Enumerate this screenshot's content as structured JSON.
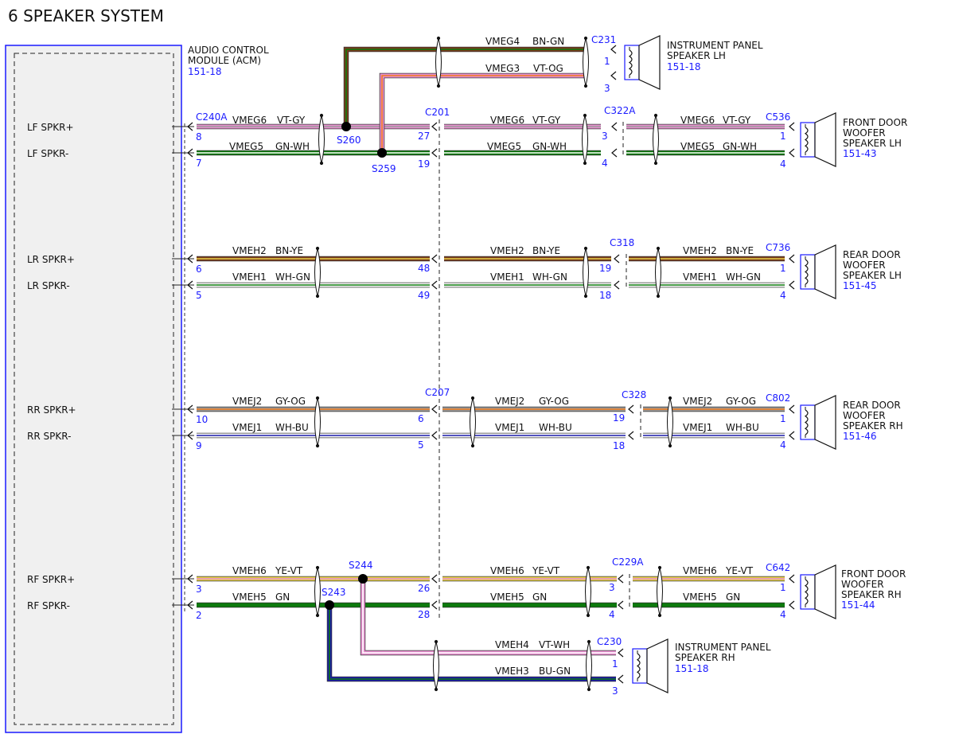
{
  "title": "6 SPEAKER SYSTEM",
  "module": {
    "name_line1": "AUDIO CONTROL",
    "name_line2": "MODULE (ACM)",
    "ref": "151-18"
  },
  "pins": [
    "LF SPKR+",
    "LF SPKR-",
    "LR SPKR+",
    "LR SPKR-",
    "RR SPKR+",
    "RR SPKR-",
    "RF SPKR+",
    "RF SPKR-"
  ],
  "connectors": {
    "acm": "C240A",
    "c201": "C201",
    "c207": "C207",
    "c322a": "C322A",
    "c318": "C318",
    "c328": "C328",
    "c229a": "C229A",
    "c536": "C536",
    "c736": "C736",
    "c802": "C802",
    "c642": "C642",
    "c231": "C231",
    "c230": "C230"
  },
  "splices": {
    "s260": "S260",
    "s259": "S259",
    "s244": "S244",
    "s243": "S243"
  },
  "speakers": {
    "ip_lh": {
      "line1": "INSTRUMENT PANEL",
      "line2": "SPEAKER LH",
      "ref": "151-18"
    },
    "fd_lh": {
      "line1": "FRONT DOOR",
      "line2": "WOOFER",
      "line3": "SPEAKER LH",
      "ref": "151-43"
    },
    "rd_lh": {
      "line1": "REAR DOOR",
      "line2": "WOOFER",
      "line3": "SPEAKER LH",
      "ref": "151-45"
    },
    "rd_rh": {
      "line1": "REAR DOOR",
      "line2": "WOOFER",
      "line3": "SPEAKER RH",
      "ref": "151-46"
    },
    "fd_rh": {
      "line1": "FRONT DOOR",
      "line2": "WOOFER",
      "line3": "SPEAKER RH",
      "ref": "151-44"
    },
    "ip_rh": {
      "line1": "INSTRUMENT PANEL",
      "line2": "SPEAKER RH",
      "ref": "151-18"
    }
  },
  "circuits": {
    "vmeg6": {
      "id": "VMEG6",
      "color": "VT-GY"
    },
    "vmeg5": {
      "id": "VMEG5",
      "color": "GN-WH"
    },
    "vmeg4": {
      "id": "VMEG4",
      "color": "BN-GN"
    },
    "vmeg3": {
      "id": "VMEG3",
      "color": "VT-OG"
    },
    "vmeh2": {
      "id": "VMEH2",
      "color": "BN-YE"
    },
    "vmeh1": {
      "id": "VMEH1",
      "color": "WH-GN"
    },
    "vmej2": {
      "id": "VMEJ2",
      "color": "GY-OG"
    },
    "vmej1": {
      "id": "VMEJ1",
      "color": "WH-BU"
    },
    "vmeh6": {
      "id": "VMEH6",
      "color": "YE-VT"
    },
    "vmeh5": {
      "id": "VMEH5",
      "color": "GN"
    },
    "vmeh4": {
      "id": "VMEH4",
      "color": "VT-WH"
    },
    "vmeh3": {
      "id": "VMEH3",
      "color": "BU-GN"
    }
  },
  "pin_numbers": {
    "acm": [
      "8",
      "7",
      "6",
      "5",
      "10",
      "9",
      "3",
      "2"
    ],
    "c201": [
      "27",
      "19",
      "48",
      "49"
    ],
    "c207": [
      "6",
      "5",
      "26",
      "28"
    ],
    "c322a": [
      "3",
      "4"
    ],
    "c318": [
      "19",
      "18"
    ],
    "c328": [
      "19",
      "18"
    ],
    "c229a": [
      "3",
      "4"
    ],
    "door": [
      "1",
      "4"
    ],
    "ip": [
      "1",
      "3"
    ]
  },
  "wire_colors": {
    "violet": "#e890d0",
    "gray": "#9a9a9a",
    "green": "#0d7a0d",
    "white": "#ffffff",
    "brown": "#7a3a1a",
    "orange": "#f07a1a",
    "yellow": "#e8d048",
    "blue": "#1a1aaa",
    "connector_blue": "#1a1aff",
    "module_fill": "#f0f0f0"
  }
}
